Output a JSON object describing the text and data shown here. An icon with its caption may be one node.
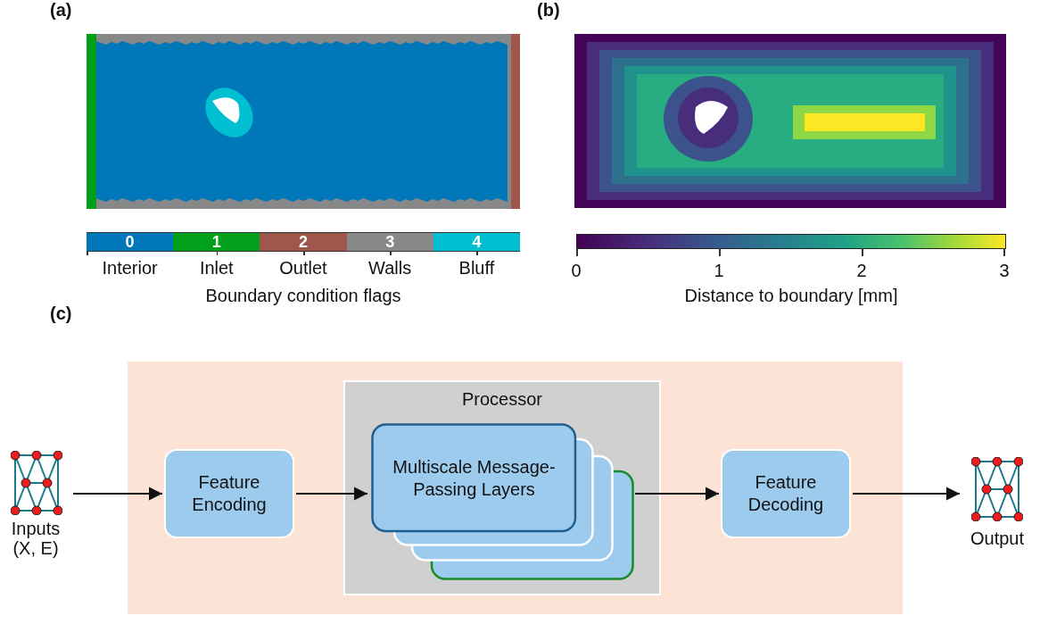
{
  "diagram": {
    "nodes": [
      {
        "text": [
          "Inputs (X, E)"
        ]
      },
      {
        "text": [],
        "shape": "box"
      },
      {
        "text": [
          "Feature Encoding"
        ],
        "in": 1
      },
      {
        "text": [
          "Processor"
        ],
        "in": 1
      },
      {
        "text": [
          "Multiscale Message-Passing Layers"
        ],
        "in": 3
      },
      {
        "text": [
          "Feature Decoding"
        ],
        "in": 1
      },
      {
        "text": [
          "Output"
        ]
      }
    ],
    "edges": [
      {
        "from": 0,
        "to": 2,
        "arrow": "to"
      },
      {
        "from": 2,
        "to": 4,
        "arrow": "to"
      },
      {
        "from": 4,
        "to": 5,
        "arrow": "to"
      },
      {
        "from": 5,
        "to": 6,
        "arrow": "to"
      }
    ],
    "labels": [
      "(a)",
      "(b)",
      "0",
      "1",
      "2",
      "3",
      "4",
      "Boundary condition flags",
      "0",
      "1",
      "2",
      "3",
      "Distance to boundary [mm]",
      "(c)"
    ],
    "legend": [
      {
        "text": "Interior",
        "color": "#0077b8"
      },
      {
        "text": "Inlet",
        "color": "#00a01a"
      },
      {
        "text": "Outlet",
        "color": "#9e574a"
      },
      {
        "text": "Walls",
        "color": "#888888"
      },
      {
        "text": "Bluff",
        "color": "#00bfd0"
      }
    ]
  }
}
